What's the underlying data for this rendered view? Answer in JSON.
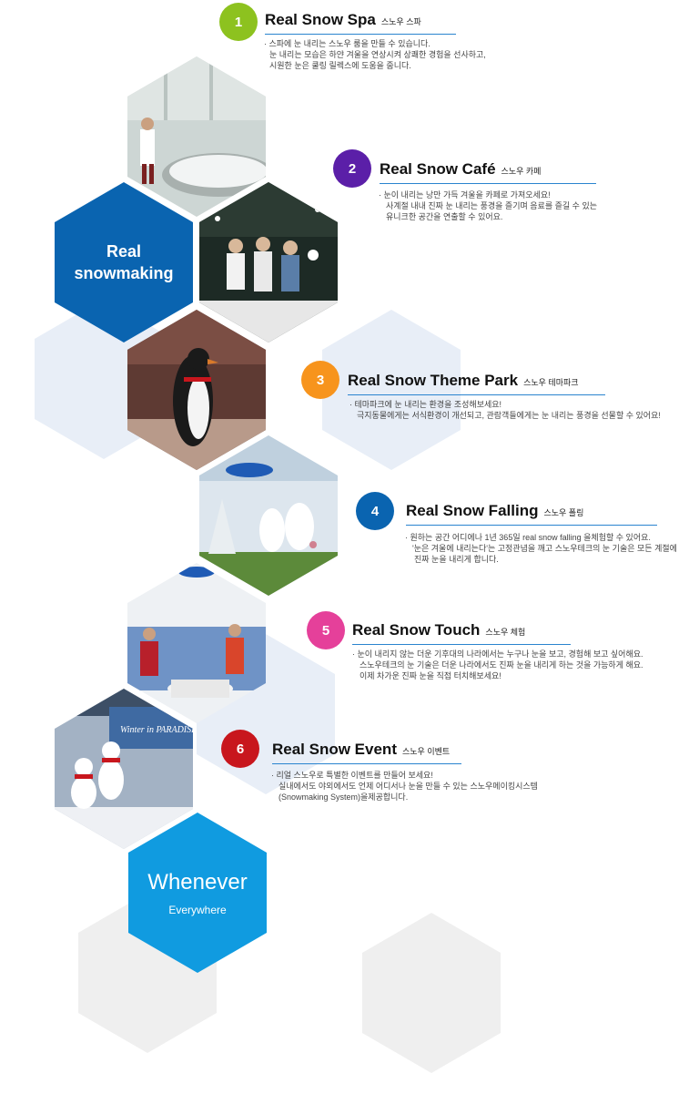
{
  "brand_top": {
    "line1": "Real",
    "line2": "snowmaking"
  },
  "brand_bottom": {
    "line1": "Whenever",
    "line2": "Everywhere"
  },
  "sections": [
    {
      "num": "1",
      "color": "#8dc21f",
      "title": "Real Snow Spa",
      "ko": "스노우 스파",
      "lines": [
        "· 스파에 눈 내리는 스노우 룸을 만들 수 있습니다.",
        "눈 내리는 모습은 하얀 겨울을 연상시켜 상쾌한 경험을 선사하고,",
        "시원한 눈은 쿨링 릴렉스에 도움을 줍니다."
      ]
    },
    {
      "num": "2",
      "color": "#5b1fa8",
      "title": "Real Snow Café",
      "ko": "스노우 카페",
      "lines": [
        "· 눈이 내리는 낭만 가득 겨울을 카페로 가져오세요!",
        "사계절 내내  진짜 눈 내리는 풍경을 즐기며 음료를 즐길 수 있는",
        "유니크한 공간을 연출할 수 있어요."
      ]
    },
    {
      "num": "3",
      "color": "#f7941d",
      "title": "Real Snow Theme Park",
      "ko": "스노우 테마파크",
      "lines": [
        "· 테마파크에 눈 내리는 환경을 조성해보세요!",
        "극지동물에게는 서식환경이 개선되고, 관람객들에게는 눈 내리는 풍경을 선물할 수 있어요!"
      ]
    },
    {
      "num": "4",
      "color": "#0a64b0",
      "title": "Real Snow Falling",
      "ko": "스노우 폴링",
      "lines": [
        "· 원하는 공간 어디에나 1년 365일 real snow falling 을체험할 수 있어요.",
        "'눈은 겨울에 내리는다'는 고정관념을 깨고 스노우테크의 눈 기술은 모든 계절에",
        "진짜 눈을 내리게 합니다."
      ]
    },
    {
      "num": "5",
      "color": "#e5409a",
      "title": "Real Snow Touch",
      "ko": "스노우 체험",
      "lines": [
        "· 눈이 내리지 않는 더운 기후대의 나라에서는 누구나 눈을 보고, 경험해 보고 싶어해요.",
        "스노우테크의 눈 기술은 더운 나라에서도 진짜 눈을 내리게 하는 것을 가능하게 해요.",
        "이제 차가운 진짜 눈을 직접 터치해보세요!"
      ]
    },
    {
      "num": "6",
      "color": "#c8161d",
      "title": "Real Snow Event",
      "ko": "스노우 이벤트",
      "lines": [
        "· 리얼 스노우로 특별한 이벤트를 만들어 보세요!",
        "실내에서도 야외에서도 언제 어디서나 눈을 만들 수 있는 스노우메이킹시스템",
        "(Snowmaking System)을제공합니다."
      ]
    }
  ],
  "photo_sign": "Winter in PARADISE"
}
